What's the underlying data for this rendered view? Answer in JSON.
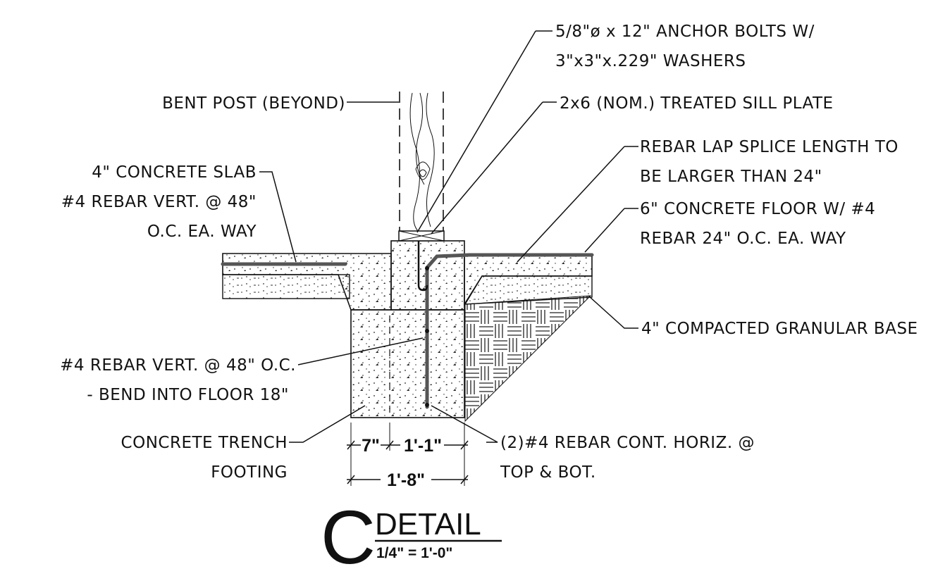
{
  "labels": {
    "anchor_bolts_1": "5/8\"ø x 12\" ANCHOR BOLTS W/",
    "anchor_bolts_2": "3\"x3\"x.229\" WASHERS",
    "bent_post": "BENT POST (BEYOND)",
    "sill_plate": "2x6 (NOM.) TREATED SILL PLATE",
    "slab_1": "4\" CONCRETE SLAB",
    "slab_2": "#4 REBAR VERT. @ 48\"",
    "slab_3": "O.C. EA. WAY",
    "lap_1": "REBAR LAP SPLICE LENGTH TO",
    "lap_2": "BE LARGER THAN 24\"",
    "floor_1": "6\" CONCRETE FLOOR W/ #4",
    "floor_2": "REBAR 24\" O.C. EA. WAY",
    "granular": "4\" COMPACTED GRANULAR BASE",
    "vert_rebar_1": "#4 REBAR VERT. @ 48\" O.C.",
    "vert_rebar_2": "- BEND INTO FLOOR 18\"",
    "trench_1": "CONCRETE TRENCH",
    "trench_2": "FOOTING",
    "horiz_1": "(2)#4 REBAR CONT. HORIZ. @",
    "horiz_2": "TOP & BOT."
  },
  "dimensions": {
    "left": "7\"",
    "right": "1'-1\"",
    "total": "1'-8\""
  },
  "title": {
    "letter": "C",
    "word": "DETAIL",
    "scale": "1/4\" = 1'-0\""
  }
}
